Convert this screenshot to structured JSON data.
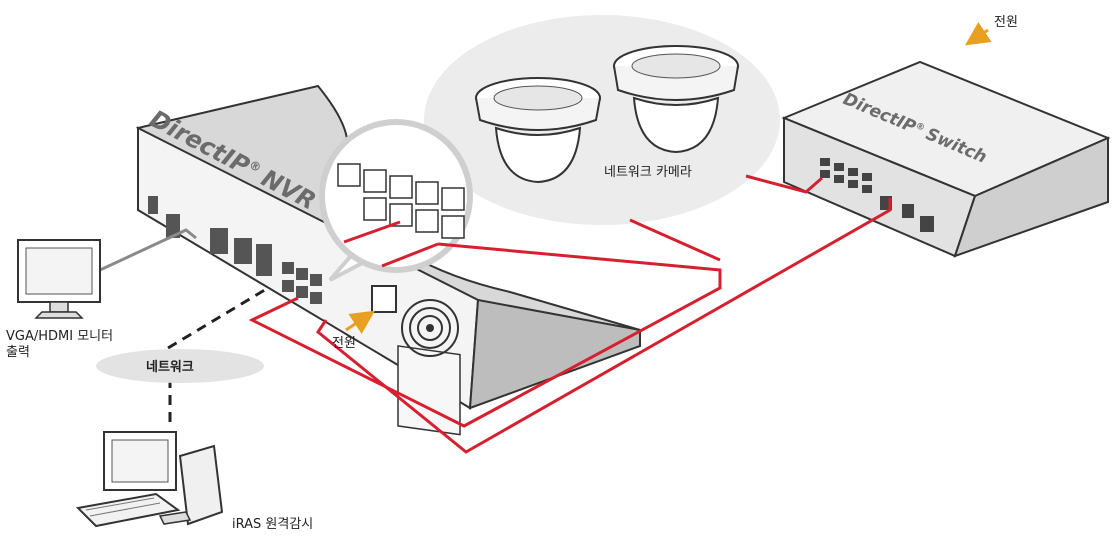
{
  "labels": {
    "camera": "네트워크 카메라",
    "switch_power": "전원",
    "nvr_power": "전원",
    "monitor": [
      "VGA/HDMI 모니터",
      "출력"
    ],
    "network": "네트워크",
    "iras": "iRAS 원격감시"
  },
  "branding": {
    "nvr_prefix": "DirectIP",
    "nvr_suffix": "NVR",
    "switch_prefix": "DirectIP",
    "switch_suffix": "Switch",
    "registered": "®"
  },
  "colors": {
    "cable": "#d6202f",
    "power_arrow": "#e8a020",
    "monitor_cable": "#8a8a8a",
    "ellipse_bg": "#ececec",
    "device_body": "#f2f2f2",
    "device_dark": "#bdbdbd"
  }
}
